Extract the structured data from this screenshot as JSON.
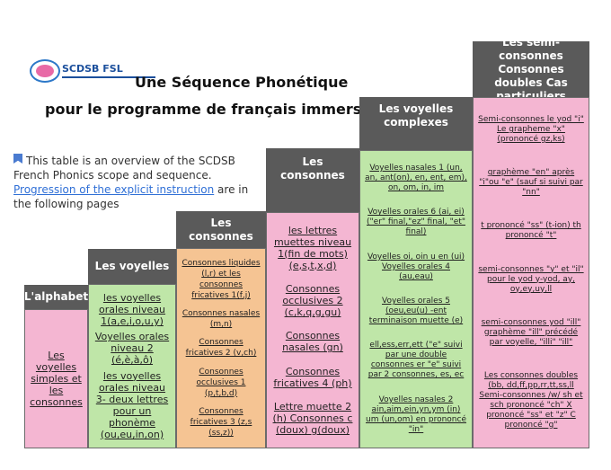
{
  "logo": {
    "text": "SCDSB FSL",
    "icon": "scdsb-logo-icon"
  },
  "title": {
    "line1": "Une Séquence Phonétique",
    "line2": "pour le programme de français immersion"
  },
  "note": {
    "text1": "This table is an overview of the SCDSB French Phonics scope and sequence. ",
    "link": "Progression of the explicit instruction",
    "text2": " are in the following pages"
  },
  "colors": {
    "header": "#5a5a5a",
    "pink": "#f4b6d2",
    "green": "#bfe6a8",
    "orange": "#f5c493",
    "link": "#2f6fd6"
  },
  "columns": [
    {
      "header": "L'alphabet",
      "items": [
        "Les voyelles simples et les consonnes"
      ]
    },
    {
      "header": "Les voyelles",
      "items": [
        "les voyelles orales niveau 1(a,e,i,o,u,y)",
        "Voyelles orales niveau 2 (é,è,à,ô)",
        "les voyelles orales niveau 3- deux lettres pour un phonème (ou,eu,in,on)"
      ]
    },
    {
      "header": "Les consonnes",
      "items": [
        "Consonnes liquides (l,r) et les consonnes fricatives 1(f,j)",
        "Consonnes nasales (m,n)",
        "Consonnes fricatives 2 (v,ch)",
        "Consonnes occlusives 1 (p,t,b,d)",
        "Consonnes fricatives 3 (z,s (ss,z))"
      ]
    },
    {
      "header": "Les consonnes",
      "items": [
        "les lettres muettes niveau 1(fin de mots) (e,s,t,x,d)",
        "Consonnes occlusives 2 (c,k,q,g,gu)",
        "Consonnes nasales (gn)",
        "Consonnes fricatives 4 (ph)",
        "Lettre muette 2 (h) Consonnes c (doux) g(doux)"
      ]
    },
    {
      "header": "Les voyelles complexes",
      "items": [
        "Voyelles nasales 1 (un, an, ant(on), en, ent, em), on, om, in, im",
        "Voyelles orales 6 (ai, ei) (\"er\" final,\"ez\" final, \"et\" final)",
        "Voyelles oi, oin u en (ui) Voyelles orales 4 (au,eau)",
        "Voyelles orales 5 (oeu,eu(u) -ent terminaison muette (e)",
        "ell,ess,err,ett (\"e\" suivi par une double consonnes er \"e\" suivi par 2 consonnes, es, ec",
        "Voyelles nasales 2 ain,aim,ein,yn,ym (in) um (un,om) en prononcé \"in\""
      ]
    },
    {
      "header": "Les semi-consonnes Consonnes doubles Cas particuliers",
      "items": [
        "Semi-consonnes le yod \"i\" Le grapheme \"x\" (prononcé gz,ks)",
        "graphème \"en\" après \"i\"ou \"e\" (sauf si suivi par \"nn\"",
        "t prononcé \"ss\" (t-ion) th prononcé \"t\"",
        "semi-consonnes \"y\" et \"il\" pour le yod y-yod, ay, oy,ey,uy,ll",
        "semi-consonnes yod \"ill\" graphème \"ill\" précédé par voyelle, \"illi\" \"ill\"",
        "Les consonnes doubles (bb, dd,ff,pp,rr,tt,ss,ll Semi-consonnes /w/ sh et sch prononcé \"ch\" X prononcé \"ss\" et \"z\" C prononcé \"g\""
      ]
    }
  ]
}
